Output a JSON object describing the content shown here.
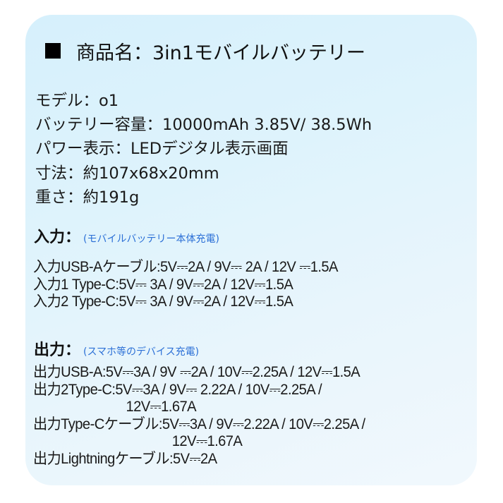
{
  "card": {
    "title": "商品名：3in1モバイルバッテリー",
    "title_marker": "black-square",
    "colors": {
      "card_top": "#d6f0fc",
      "card_bottom": "#f1f8fd",
      "note_blue": "#2b6fd6",
      "text": "#1a1a1a"
    }
  },
  "specs": [
    "モデル：o1",
    "バッテリー容量：10000mAh 3.85V/ 38.5Wh",
    "パワー表示：LEDデジタル表示画面",
    "寸法：約107x68x20mm",
    "重さ：約191g"
  ],
  "input": {
    "heading": "入力：",
    "note": "(モバイルバッテリー本体充電)",
    "lines": [
      "入力USB-Aケーブル:5V⎓2A / 9V⎓ 2A / 12V ⎓1.5A",
      "入力1 Type-C:5V⎓ 3A / 9V⎓2A / 12V⎓1.5A",
      "入力2 Type-C:5V⎓ 3A / 9V⎓2A / 12V⎓1.5A"
    ]
  },
  "output": {
    "heading": "出力：",
    "note": "(スマホ等のデバイス充電)",
    "lines": [
      "出力USB-A:5V⎓3A / 9V ⎓2A / 10V⎓2.25A / 12V⎓1.5A",
      "出力2Type-C:5V⎓3A / 9V⎓ 2.22A / 10V⎓2.25A /",
      "12V⎓1.67A",
      "出力Type-Cケーブル:5V⎓3A / 9V⎓2.22A / 10V⎓2.25A /",
      "12V⎓1.67A",
      "出力Lightningケーブル:5V⎓2A"
    ]
  }
}
